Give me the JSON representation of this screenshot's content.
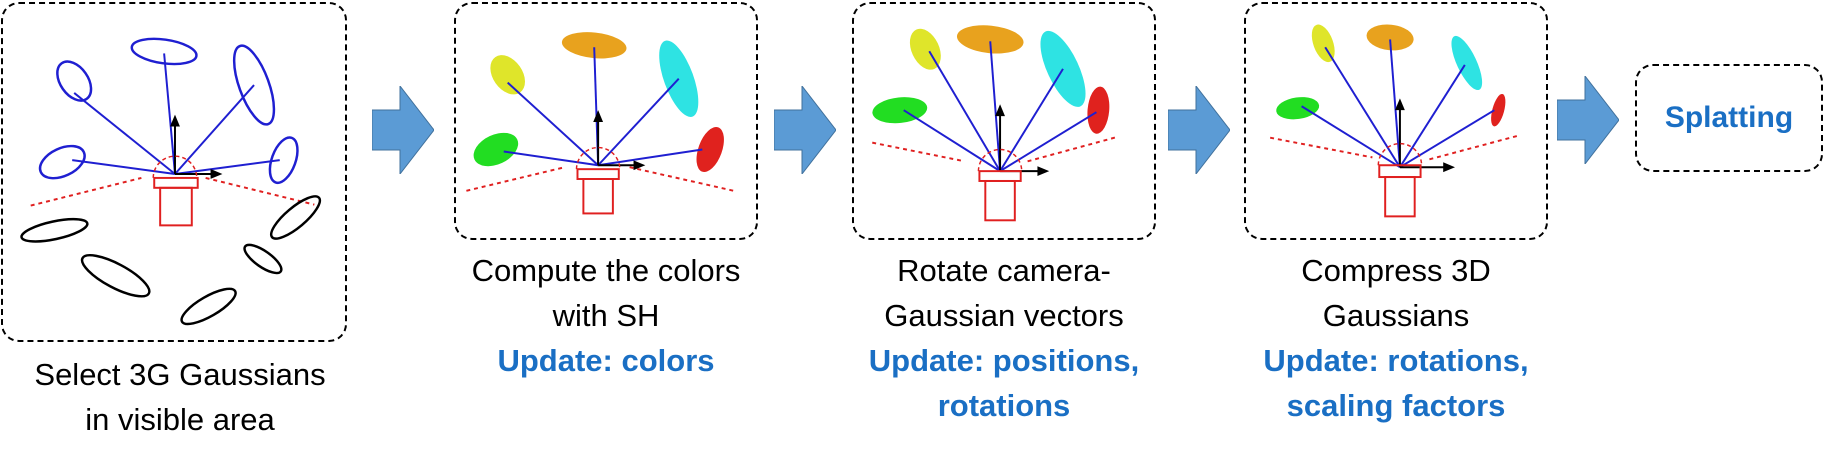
{
  "steps": [
    {
      "line1": "Select 3G Gaussians",
      "line2": "in visible area",
      "update1": "",
      "update2": ""
    },
    {
      "line1": "Compute the colors",
      "line2": "with SH",
      "update1": "Update: colors",
      "update2": ""
    },
    {
      "line1": "Rotate camera-",
      "line2": "Gaussian vectors",
      "update1": "Update: positions,",
      "update2": "rotations"
    },
    {
      "line1": "Compress 3D",
      "line2": "Gaussians",
      "update1": "Update: rotations,",
      "update2": "scaling factors"
    }
  ],
  "final_step": {
    "label": "Splatting"
  },
  "colors": {
    "arrow": "#5b9bd5",
    "update_text": "#1a6fc4",
    "ray": "#1f1fd1",
    "camera": "#e02020",
    "gaussian_yellow": "#dfe52a",
    "gaussian_orange": "#e8a21e",
    "gaussian_cyan": "#2ee3e3",
    "gaussian_green": "#22dd22",
    "gaussian_red": "#e0221e"
  }
}
